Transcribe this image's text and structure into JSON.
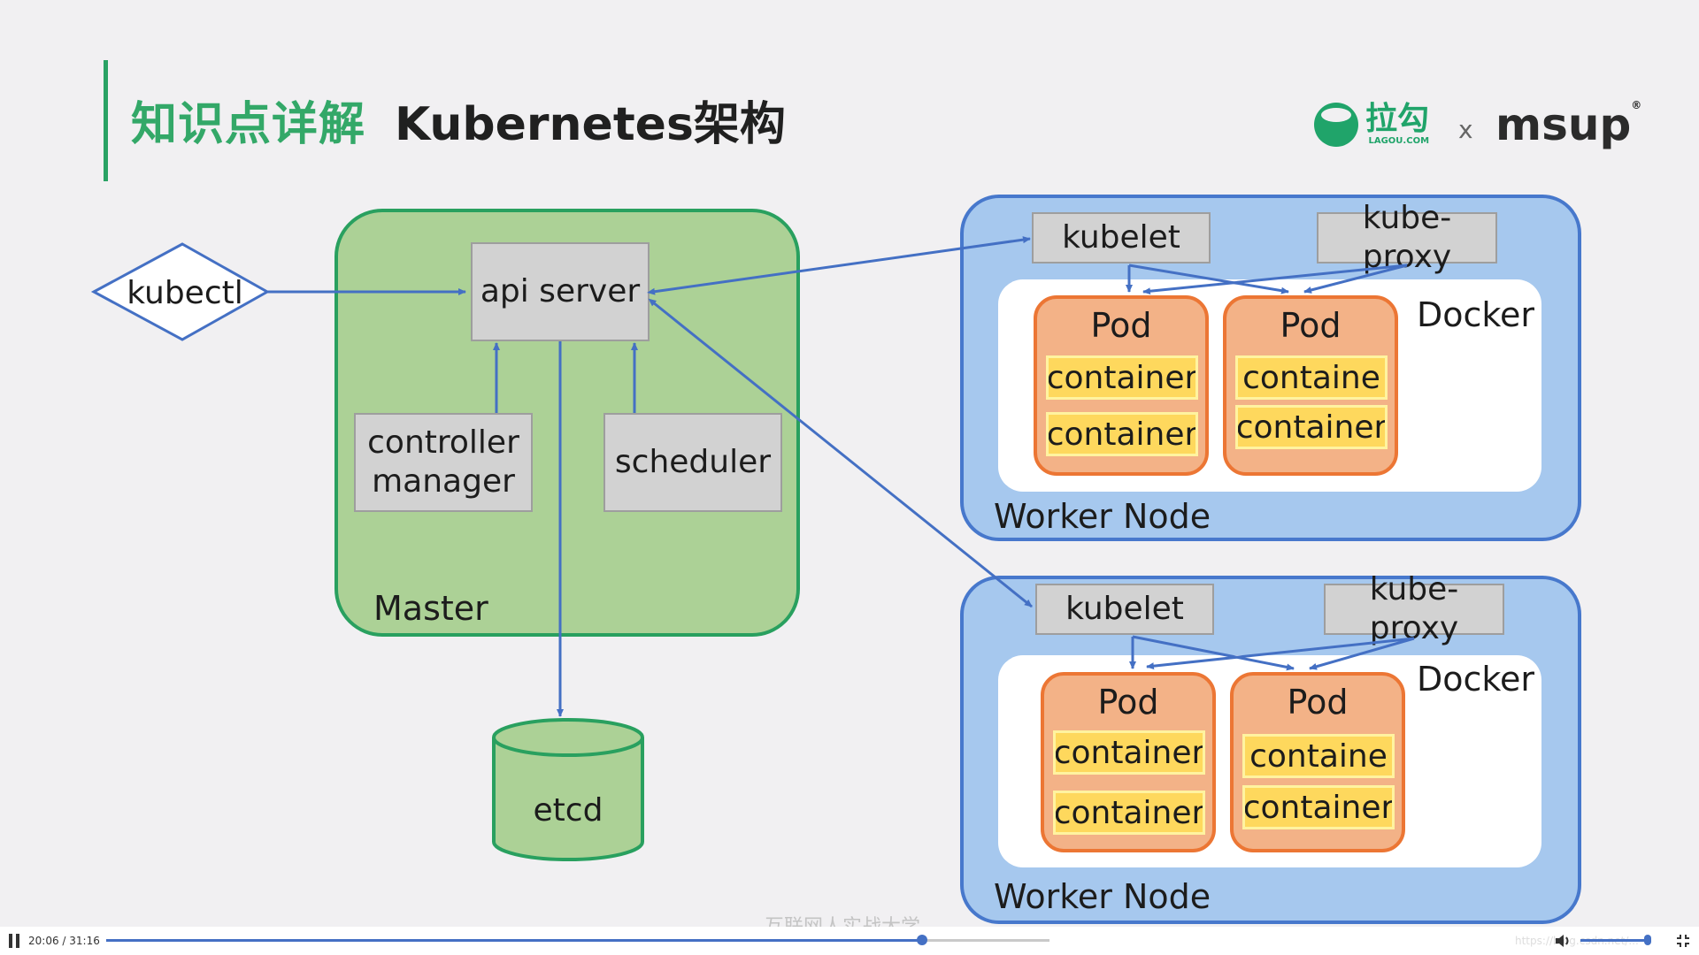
{
  "header": {
    "title_cn": "知识点详解",
    "title_en": "Kubernetes架构"
  },
  "logos": {
    "lagou_cn": "拉勾",
    "lagou_sub": "LAGOU.COM",
    "x": "x",
    "msup": "msup",
    "msup_mark": "®"
  },
  "diagram": {
    "kubectl": "kubectl",
    "api_server": "api server",
    "controller_manager_line1": "controller",
    "controller_manager_line2": "manager",
    "scheduler": "scheduler",
    "master_label": "Master",
    "etcd": "etcd",
    "worker1": {
      "kubelet": "kubelet",
      "kube_proxy": "kube-proxy",
      "docker": "Docker",
      "pod1": {
        "title": "Pod",
        "c1": "container",
        "c2": "container"
      },
      "pod2": {
        "title": "Pod",
        "c1": "containe",
        "c2": "container"
      },
      "label": "Worker Node"
    },
    "worker2": {
      "kubelet": "kubelet",
      "kube_proxy": "kube-proxy",
      "docker": "Docker",
      "pod1": {
        "title": "Pod",
        "c1": "container",
        "c2": "container"
      },
      "pod2": {
        "title": "Pod",
        "c1": "containe",
        "c2": "container"
      },
      "label": "Worker Node"
    }
  },
  "player": {
    "time": "20:06 / 31:16",
    "progress": 0.865,
    "watermark": "互联网人实战大学",
    "url_watermark": "https://blog.csdn.net/..."
  },
  "colors": {
    "accent_green": "#2aa264",
    "arrow_blue": "#4470c4",
    "master_fill": "#acd196",
    "node_fill": "#a6c8ee"
  }
}
